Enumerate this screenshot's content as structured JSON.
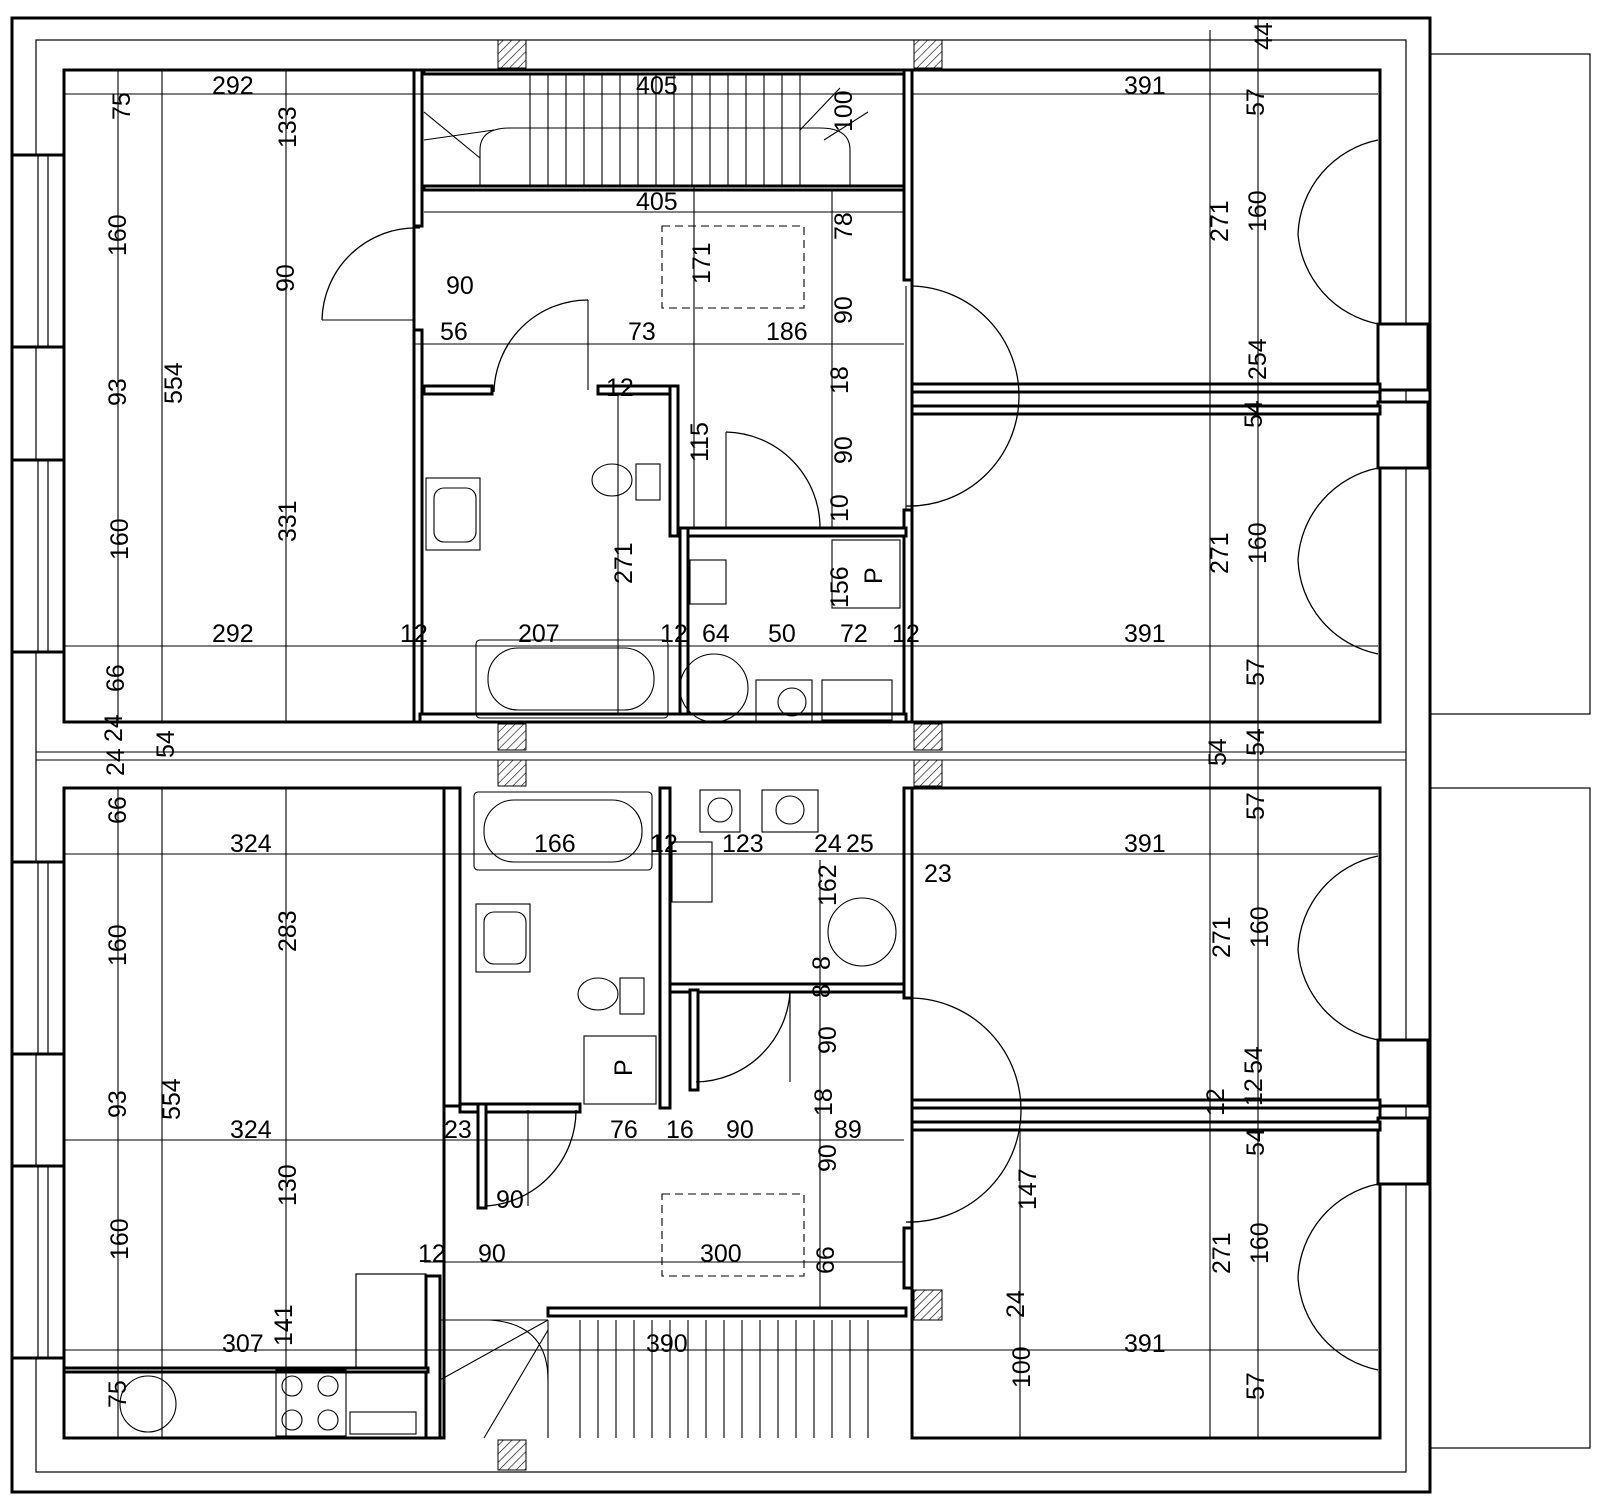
{
  "dimensions": [
    "292",
    "405",
    "391",
    "44",
    "75",
    "133",
    "100",
    "57",
    "405",
    "78",
    "160",
    "271",
    "160",
    "90",
    "90",
    "171",
    "56",
    "73",
    "186",
    "90",
    "554",
    "93",
    "18",
    "254",
    "54",
    "12",
    "115",
    "90",
    "331",
    "160",
    "271",
    "10",
    "156",
    "271",
    "160",
    "292",
    "12",
    "207",
    "12",
    "64",
    "50",
    "72",
    "12",
    "391",
    "66",
    "57",
    "24",
    "54",
    "54",
    "54",
    "24",
    "66",
    "324",
    "166",
    "12",
    "123",
    "24",
    "25",
    "391",
    "57",
    "23",
    "162",
    "160",
    "283",
    "271",
    "160",
    "8",
    "8",
    "90",
    "93",
    "554",
    "54",
    "324",
    "23",
    "76",
    "16",
    "90",
    "18",
    "89",
    "12",
    "12",
    "54",
    "130",
    "90",
    "147",
    "90",
    "271",
    "160",
    "12",
    "90",
    "300",
    "66",
    "160",
    "141",
    "307",
    "24",
    "390",
    "391",
    "75",
    "100",
    "57"
  ],
  "fixtures": {
    "shaft_label_1": "P",
    "shaft_label_2": "P"
  }
}
